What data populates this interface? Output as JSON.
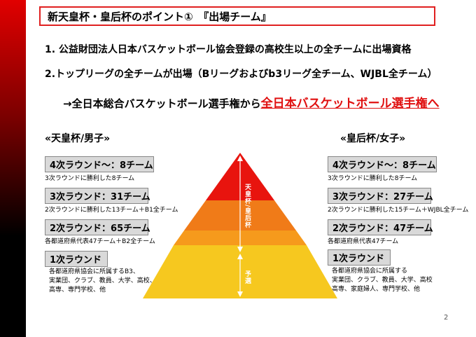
{
  "title": "新天皇杯・皇后杯のポイント①　『出場チーム』",
  "points": [
    "1. 公益財団法人日本バスケットボール協会登録の高校生以上の全チームに出場資格",
    "2.トップリーグの全チームが出場（Bリーグおよびb3リーグ全チーム、WJBL全チーム）"
  ],
  "arrow_text": "→全日本総合バスケットボール選手権から",
  "arrow_highlight": "全日本バスケットボール選手権へ",
  "men": {
    "title": "«天皇杯/男子»",
    "rounds": [
      {
        "label": "4次ラウンド～：8チーム",
        "note": "3次ラウンドに勝利した8チーム"
      },
      {
        "label": "3次ラウンド：31チーム",
        "note": "2次ラウンドに勝利した13チーム＋B1全チーム"
      },
      {
        "label": "2次ラウンド：65チーム",
        "note": "各都道府県代表47チーム＋B2全チーム"
      },
      {
        "label": "1次ラウンド",
        "note": "各都道府県協会に所属するB3、\n実業団、クラブ、教員、大学、高校、\n高専、専門学校、他"
      }
    ]
  },
  "women": {
    "title": "«皇后杯/女子»",
    "rounds": [
      {
        "label": "4次ラウンド～：8チーム",
        "note": "3次ラウンドに勝利した8チーム"
      },
      {
        "label": "3次ラウンド：27チーム",
        "note": "2次ラウンドに勝利した15チーム＋WJBL全チーム"
      },
      {
        "label": "2次ラウンド：47チーム",
        "note": "各都道府県代表47チーム"
      },
      {
        "label": "1次ラウンド",
        "note": "各都道府県協会に所属する\n実業団、クラブ、教員、大学、高校\n高専、家庭婦人、専門学校、他"
      }
    ]
  },
  "pyramid": {
    "upper_label": "天皇杯/皇后杯",
    "lower_label": "予選",
    "colors": [
      "#e8140e",
      "#f07b18",
      "#f6a01c",
      "#f6c81f"
    ]
  },
  "page_number": "2"
}
